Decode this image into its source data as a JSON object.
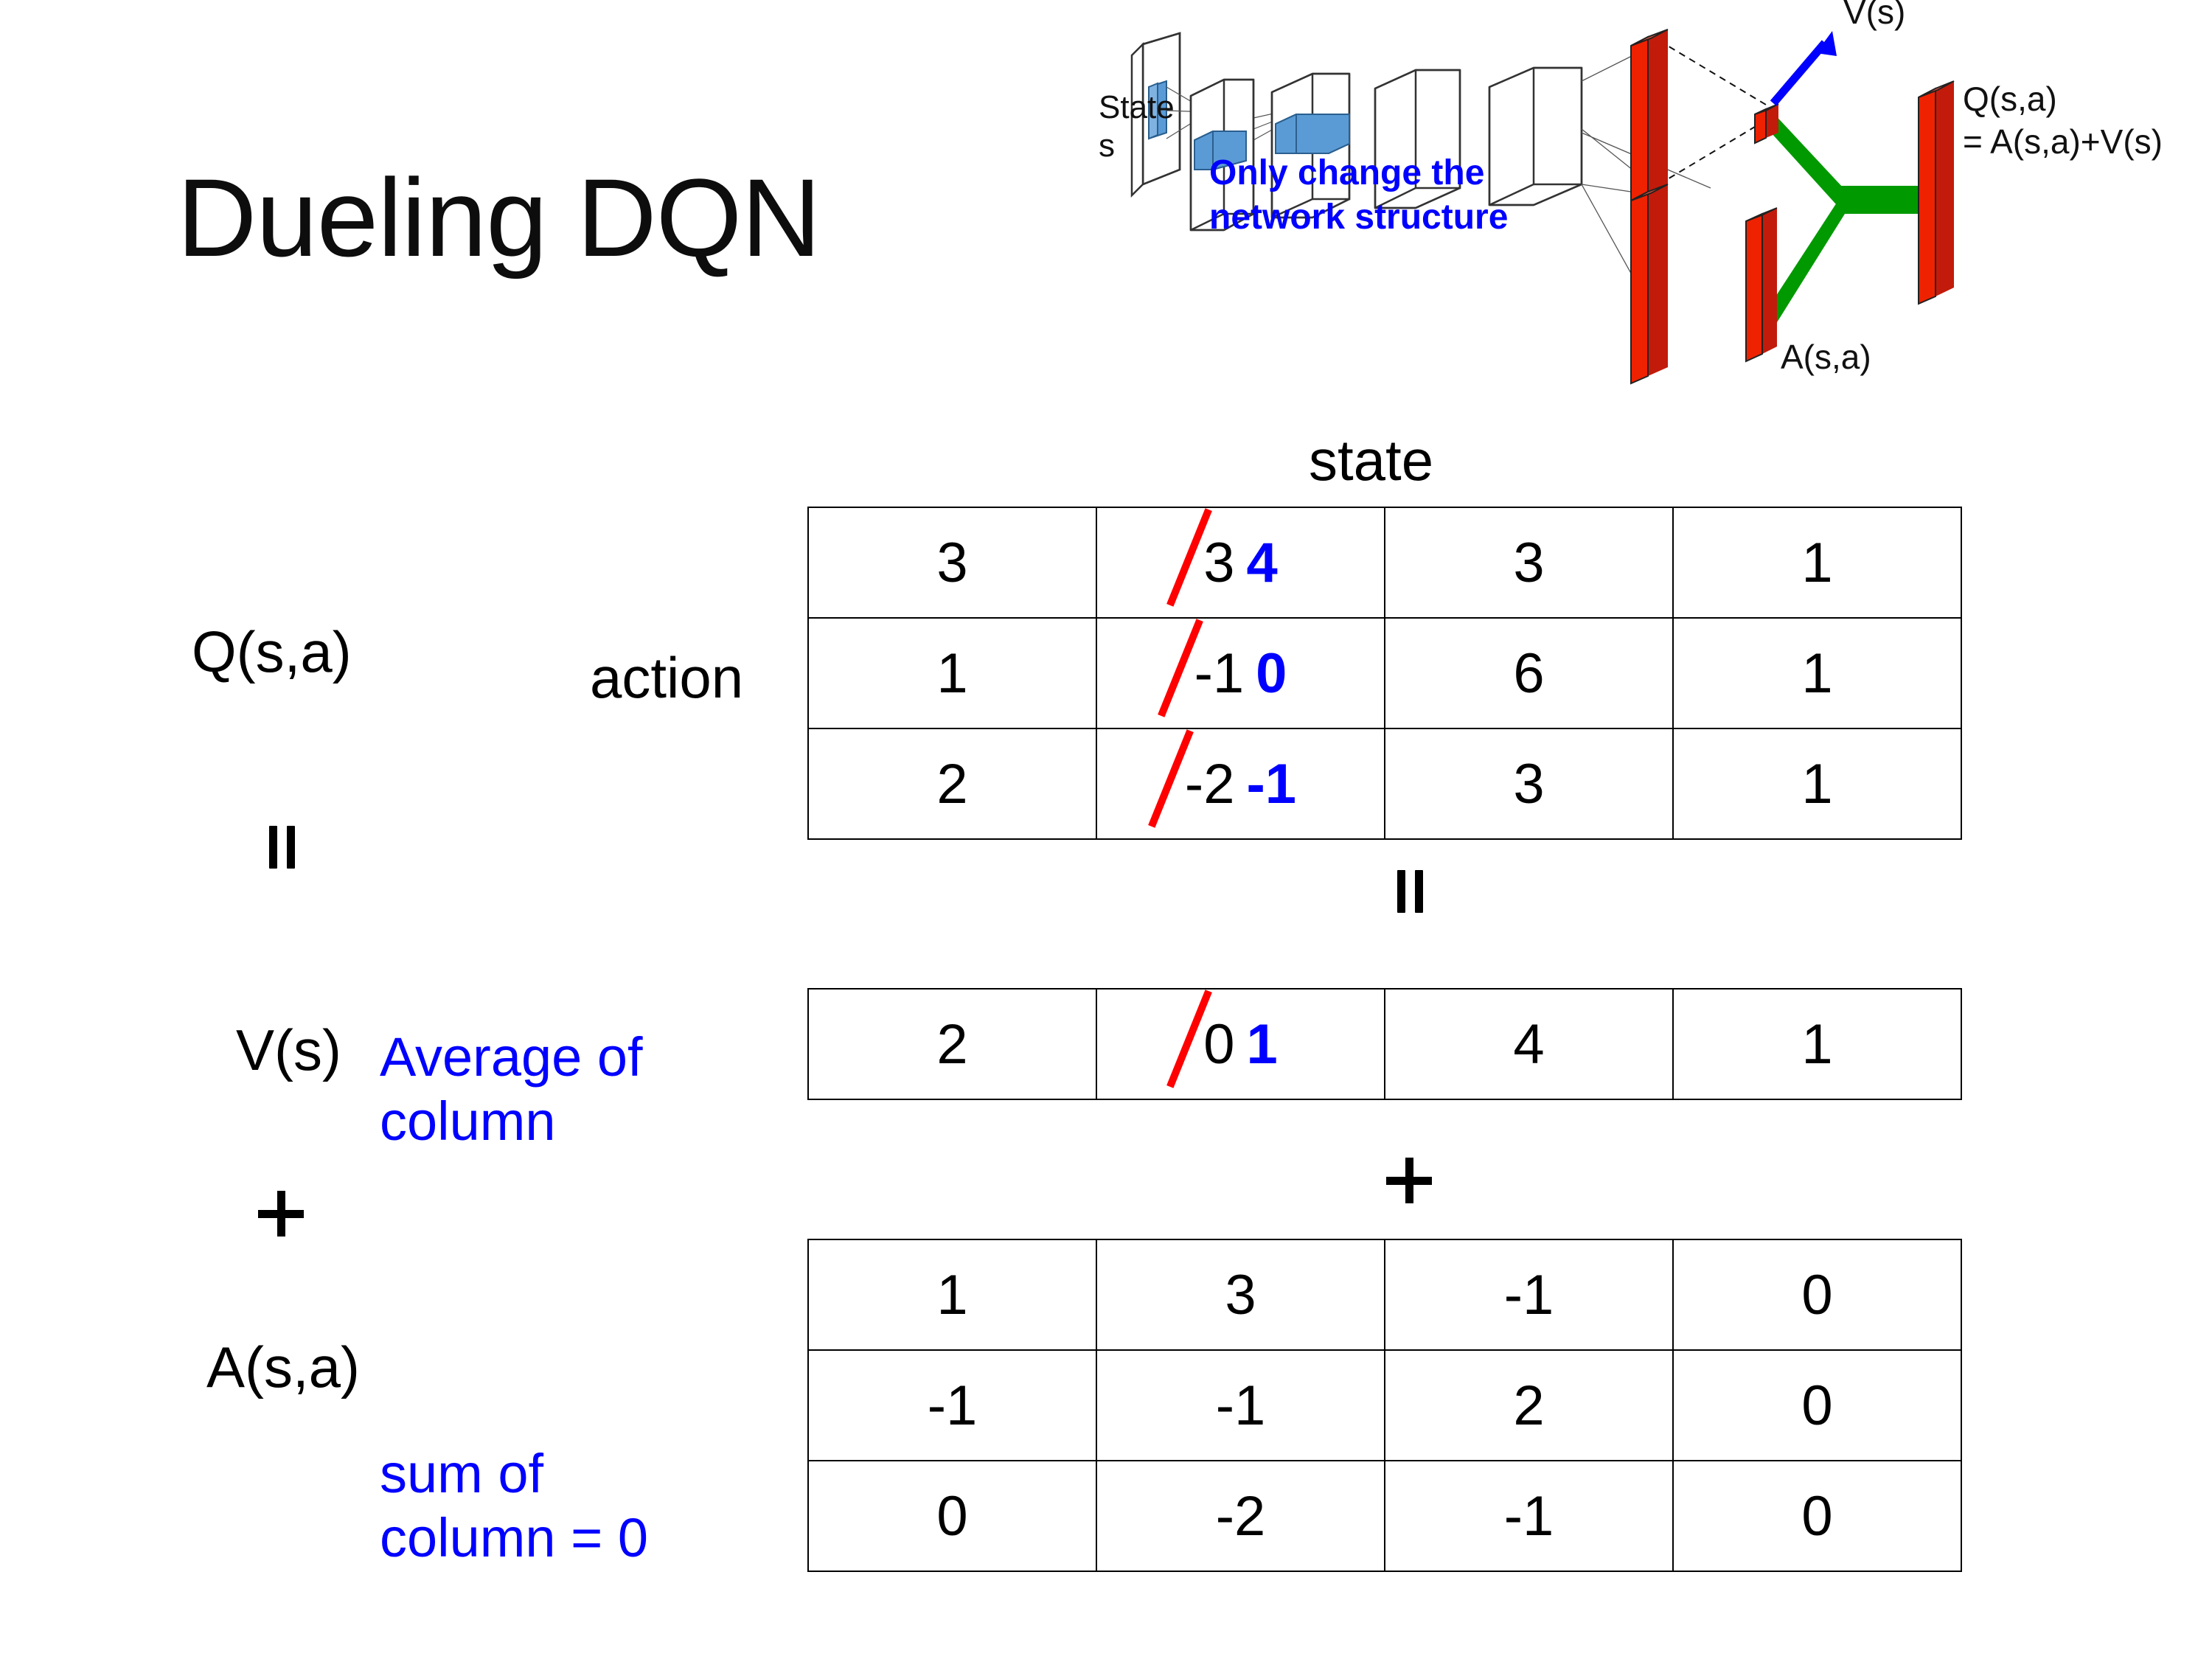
{
  "slide": {
    "title": "Dueling DQN"
  },
  "diagram": {
    "input_label_line1": "State",
    "input_label_line2": "s",
    "value_label": "V(s)",
    "advantage_label": "A(s,a)",
    "q_label_line1": "Q(s,a)",
    "q_label_line2": "= A(s,a)+V(s)",
    "note_line1": "Only change the",
    "note_line2": "network structure",
    "colors": {
      "note": "#0000ff",
      "arrow": "#0000ff",
      "bar": "#ee2200",
      "merge": "#009900",
      "filter": "#5b9bd5"
    }
  },
  "labels": {
    "state": "state",
    "action": "action",
    "q": "Q(s,a)",
    "v": "V(s)",
    "a": "A(s,a)",
    "note_average_line1": "Average of",
    "note_average_line2": "column",
    "note_sum_line1": "sum of",
    "note_sum_line2": "column = 0",
    "equals": "=",
    "plus": "+"
  },
  "colors": {
    "strikeout": "#ff0000",
    "corrected": "#0000ff",
    "annotation": "#0000ff",
    "text": "#000000"
  },
  "chart_data": {
    "type": "table",
    "title": "Dueling DQN decomposition Q(s,a) = V(s) + A(s,a)",
    "xlabel": "state",
    "ylabel": "action",
    "tables": [
      {
        "name": "Q(s,a)",
        "rows": [
          [
            "3",
            "3",
            "3",
            "1"
          ],
          [
            "1",
            "-1",
            "6",
            "1"
          ],
          [
            "2",
            "-2",
            "3",
            "1"
          ]
        ],
        "corrections": [
          {
            "row": 0,
            "col": 1,
            "old": "3",
            "new": "4"
          },
          {
            "row": 1,
            "col": 1,
            "old": "-1",
            "new": "0"
          },
          {
            "row": 2,
            "col": 1,
            "old": "-2",
            "new": "-1"
          }
        ]
      },
      {
        "name": "V(s)",
        "rows": [
          [
            "2",
            "0",
            "4",
            "1"
          ]
        ],
        "corrections": [
          {
            "row": 0,
            "col": 1,
            "old": "0",
            "new": "1"
          }
        ]
      },
      {
        "name": "A(s,a)",
        "rows": [
          [
            "1",
            "3",
            "-1",
            "0"
          ],
          [
            "-1",
            "-1",
            "2",
            "0"
          ],
          [
            "0",
            "-2",
            "-1",
            "0"
          ]
        ],
        "corrections": []
      }
    ]
  }
}
